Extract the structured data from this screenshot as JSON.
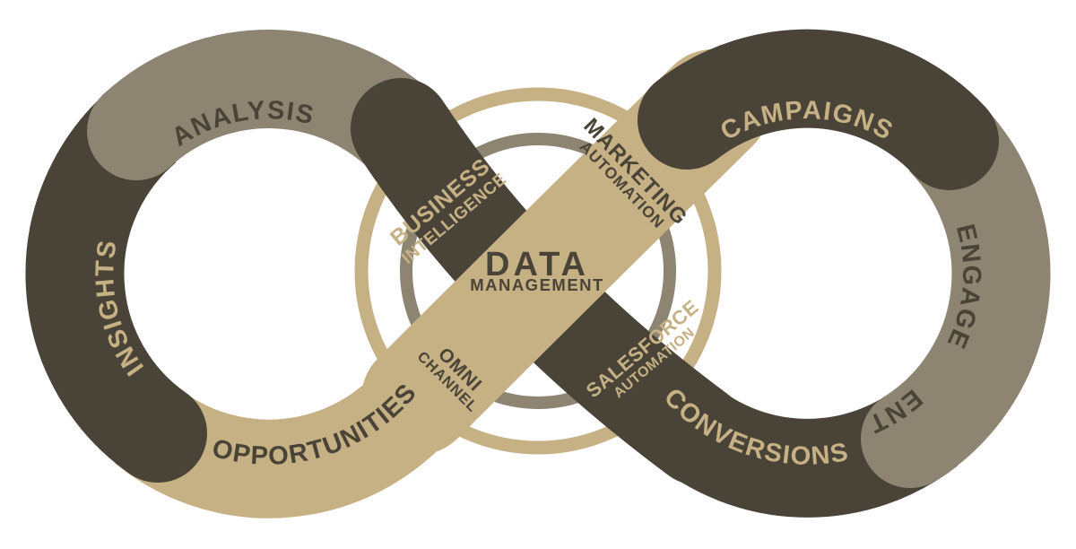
{
  "diagram": {
    "type": "infinity-loop-marketing-data-flow",
    "colors": {
      "dark": "#4a4438",
      "taupe": "#8d8471",
      "tan": "#c6b185",
      "bg": "#ffffff"
    },
    "left_loop": {
      "analysis": "ANALYSIS",
      "insights": "INSIGHTS",
      "opportunities": "OPPORTUNITIES"
    },
    "right_loop": {
      "campaigns": "CAMPAIGNS",
      "engagement_part1": "ENGAGE",
      "engagement_part2": "ENT",
      "conversions": "CONVERSIONS"
    },
    "crossing": {
      "business_intelligence": {
        "line1": "BUSINESS",
        "line2": "INTELLIGENCE"
      },
      "marketing_automation": {
        "line1": "MARKETING",
        "line2": "AUTOMATION"
      },
      "omni_channel": {
        "line1": "OMNI",
        "line2": "CHANNEL"
      },
      "salesforce_automation": {
        "line1": "SALESFORCE",
        "line2": "AUTOMATION"
      },
      "data_management": {
        "line1": "DATA",
        "line2": "MANAGEMENT"
      }
    }
  }
}
